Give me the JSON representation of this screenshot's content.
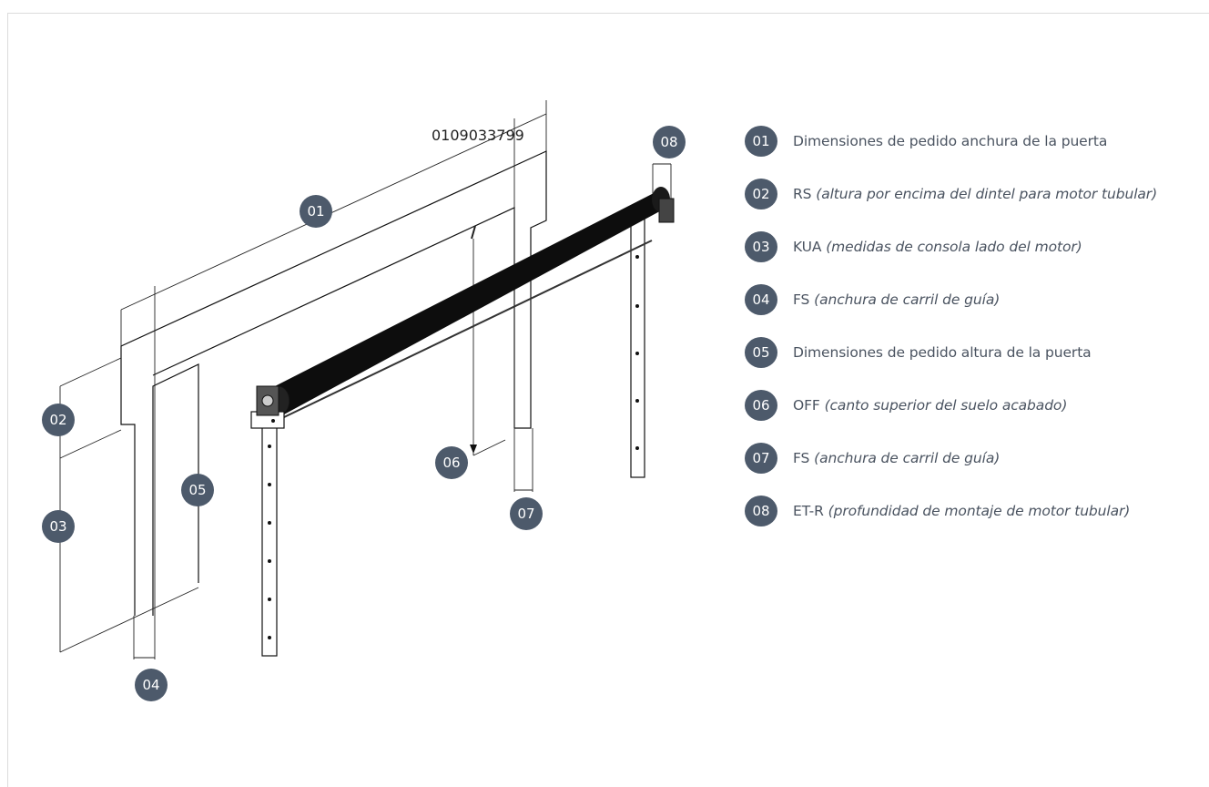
{
  "drawing": {
    "code_label": "0109033799",
    "badges": [
      "01",
      "02",
      "03",
      "04",
      "05",
      "06",
      "07",
      "08"
    ]
  },
  "legend": [
    {
      "num": "01",
      "text": "Dimensiones de pedido anchura de la puerta",
      "desc": ""
    },
    {
      "num": "02",
      "text": "RS",
      "desc": "(altura por encima del dintel para motor tubular)"
    },
    {
      "num": "03",
      "text": "KUA",
      "desc": "(medidas de consola lado del motor)"
    },
    {
      "num": "04",
      "text": "FS",
      "desc": "(anchura de carril de guía)"
    },
    {
      "num": "05",
      "text": "Dimensiones de pedido altura de la puerta",
      "desc": ""
    },
    {
      "num": "06",
      "text": "OFF",
      "desc": "(canto superior del suelo acabado)"
    },
    {
      "num": "07",
      "text": "FS",
      "desc": "(anchura de carril de guía)"
    },
    {
      "num": "08",
      "text": "ET-R",
      "desc": "(profundidad de montaje de motor tubular)"
    }
  ],
  "colors": {
    "badge": "#4d5a6b",
    "text": "#4a5360",
    "line": "#111111"
  }
}
